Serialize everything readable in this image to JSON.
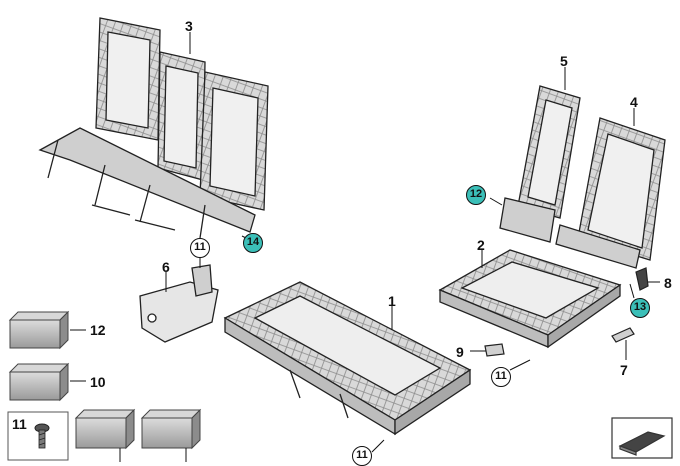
{
  "callouts": {
    "c1": "1",
    "c2": "2",
    "c3": "3",
    "c4": "4",
    "c5": "5",
    "c6": "6",
    "c7": "7",
    "c8": "8",
    "c9": "9",
    "c10": "10",
    "c11a": "11",
    "c11b": "11",
    "c11c": "11",
    "c11d": "11",
    "c12a": "12",
    "c12b": "12",
    "c13": "13",
    "c14": "14"
  },
  "colors": {
    "highlight": "#3bbfb8",
    "frame": "#c8c8c8",
    "outline": "#222222"
  },
  "icons": [
    "screw-icon",
    "material-block-icon",
    "diagram-view-icon"
  ]
}
